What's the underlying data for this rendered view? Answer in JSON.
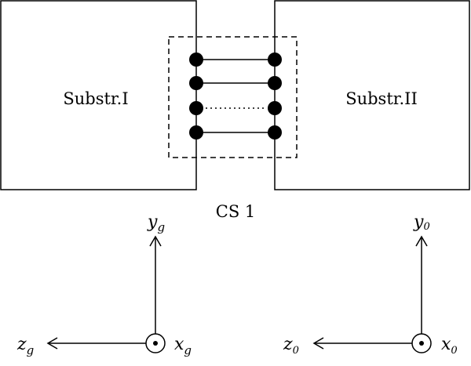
{
  "substrates": {
    "left_label": "Substr.I",
    "right_label": "Substr.II"
  },
  "coupling": {
    "label": "CS 1"
  },
  "axes": {
    "global": {
      "y": {
        "base": "y",
        "sub": "g"
      },
      "z": {
        "base": "z",
        "sub": "g"
      },
      "x": {
        "base": "x",
        "sub": "g"
      }
    },
    "local": {
      "y": {
        "base": "y",
        "sub": "0"
      },
      "z": {
        "base": "z",
        "sub": "0"
      },
      "x": {
        "base": "x",
        "sub": "0"
      }
    }
  },
  "colors": {
    "line": "#000000",
    "background": "#ffffff"
  }
}
